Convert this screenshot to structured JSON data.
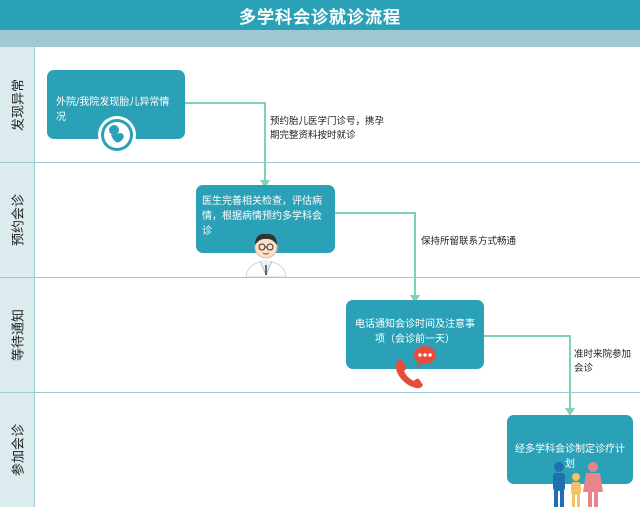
{
  "title": "多学科会诊就诊流程",
  "lanes": [
    {
      "label": "发现异常"
    },
    {
      "label": "预约会诊"
    },
    {
      "label": "等待通知"
    },
    {
      "label": "参加会诊"
    }
  ],
  "boxes": [
    {
      "text": "外院/我院发现胎儿异常情况",
      "icon": "fetus-icon"
    },
    {
      "text": "医生完善相关检查，评估病情，根据病情预约多学科会诊",
      "icon": "doctor-icon"
    },
    {
      "text": "电话通知会诊时间及注意事项（会诊前一天）",
      "icon": "phone-icon"
    },
    {
      "text": "经多学科会诊制定诊疗计划",
      "icon": "family-icon"
    }
  ],
  "notes": [
    {
      "text": "预约胎儿医学门诊号，携孕期完整资料按时就诊"
    },
    {
      "text": "保持所留联系方式畅通"
    },
    {
      "text": "准时来院参加会诊"
    }
  ],
  "colors": {
    "accent": "#2aa1b6",
    "header_band": "#9fc9d2",
    "lane_label_bg": "#dcebee",
    "arrow": "#7fd3b0"
  }
}
